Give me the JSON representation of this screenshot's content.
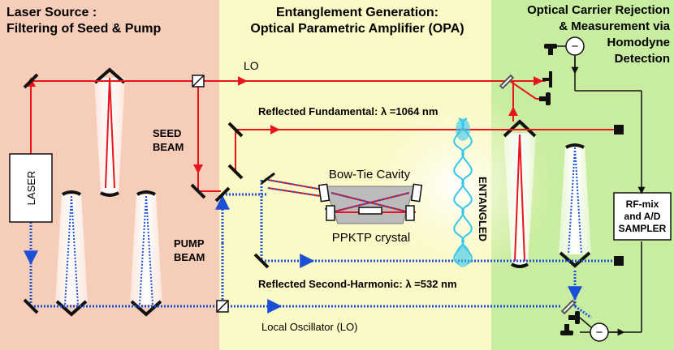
{
  "colors": {
    "left_bg": "#f6cdb8",
    "middle_bg": "#fbf9c6",
    "right_bg": "#c9eda0",
    "fundamental": "#e8141a",
    "second_harmonic": "#1b4fd6",
    "mirror": "#111111",
    "cavity_fill": "#bbbbbb",
    "entangled": "#35c6ee"
  },
  "sections": {
    "left_title_1": "Laser Source :",
    "left_title_2": "Filtering of Seed & Pump",
    "middle_title_1": "Entanglement Generation:",
    "middle_title_2": "Optical Parametric Amplifier (OPA)",
    "right_title_1": "Optical Carrier Rejection",
    "right_title_2": "& Measurement via",
    "right_title_3": "Homodyne",
    "right_title_4": "Detection"
  },
  "labels": {
    "lo": "LO",
    "seed_1": "SEED",
    "seed_2": "BEAM",
    "pump_1": "PUMP",
    "pump_2": "BEAM",
    "laser": "LASER",
    "reflected_fundamental": "Reflected Fundamental: λ =1064 nm",
    "bow_tie": "Bow-Tie Cavity",
    "ppktp": "PPKTP crystal",
    "entangled": "ENTANGLED",
    "reflected_second_harmonic": "Reflected Second-Harmonic: λ =532 nm",
    "local_oscillator": "Local Oscillator (LO)",
    "rf_1": "RF-mix",
    "rf_2": "and A/D",
    "rf_3": "SAMPLER",
    "minus": "−"
  }
}
